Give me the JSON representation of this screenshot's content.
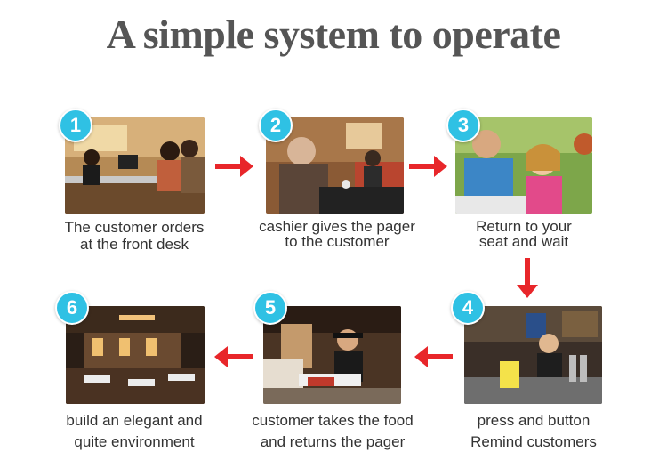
{
  "title": "A simple system to operate",
  "steps": [
    {
      "number": "1",
      "line1": "The customer orders",
      "line2": "at the front desk"
    },
    {
      "number": "2",
      "line1": "cashier gives the pager",
      "line2": "to the customer"
    },
    {
      "number": "3",
      "line1": "Return to your",
      "line2": "seat and wait"
    },
    {
      "number": "4",
      "line1": "press and button",
      "line2": "Remind customers"
    },
    {
      "number": "5",
      "line1": "customer takes the food",
      "line2": "and returns the pager"
    },
    {
      "number": "6",
      "line1": "build an elegant and",
      "line2": "quite environment"
    }
  ],
  "colors": {
    "badge": "#2fc1e4",
    "arrow": "#e8262a",
    "title": "#555555"
  }
}
